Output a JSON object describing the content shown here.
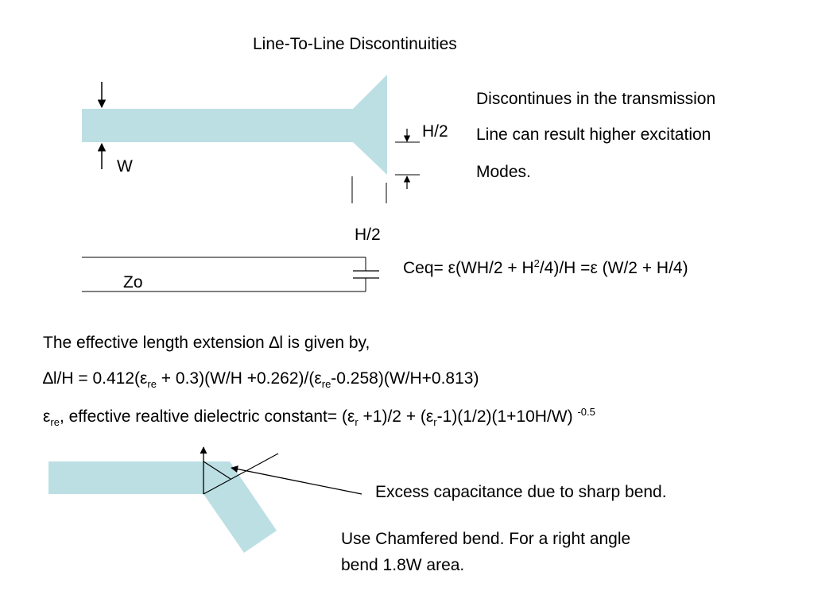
{
  "title": "Line-To-Line Discontinuities",
  "description": {
    "line1": "Discontinues in the transmission",
    "line2": "Line can result higher excitation",
    "line3": "Modes."
  },
  "labels": {
    "h2_side": "H/2",
    "w": "W",
    "h2_bottom": "H/2",
    "zo": "Zo"
  },
  "ceq": {
    "prefix": "Ceq=",
    "eps1": "ε",
    "part1": "(WH/2 + H",
    "exp": "2",
    "part2": "/4)/H =",
    "eps2": "ε",
    "part3": " (W/2 + H/4)"
  },
  "length_ext": {
    "delta": "∆",
    "text": "l is given by,",
    "lead": "The effective length extension "
  },
  "formula_dl": {
    "delta": "∆",
    "a": "l/H = 0.412(",
    "eps1": "ε",
    "sub1": "re",
    "b": " + 0.3)(W/H +0.262)/(",
    "eps2": "ε",
    "sub2": "re",
    "c": "-0.258)(W/H+0.813)"
  },
  "formula_eps": {
    "eps0": "ε",
    "sub0": "re",
    "a": ", effective realtive dielectric constant= (",
    "eps1": "ε",
    "sub1": "r",
    "b": " +1)/2 + (",
    "eps2": "ε",
    "sub2": "r",
    "c": "-1)(1/2)(1+10H/W) ",
    "sup": "-0.5"
  },
  "bend": {
    "excess": "Excess capacitance due to sharp bend.",
    "use1": "Use Chamfered bend. For a right angle",
    "use2": "bend 1.8W area."
  },
  "colors": {
    "strip": "#bcdfe4",
    "line": "#000000"
  }
}
